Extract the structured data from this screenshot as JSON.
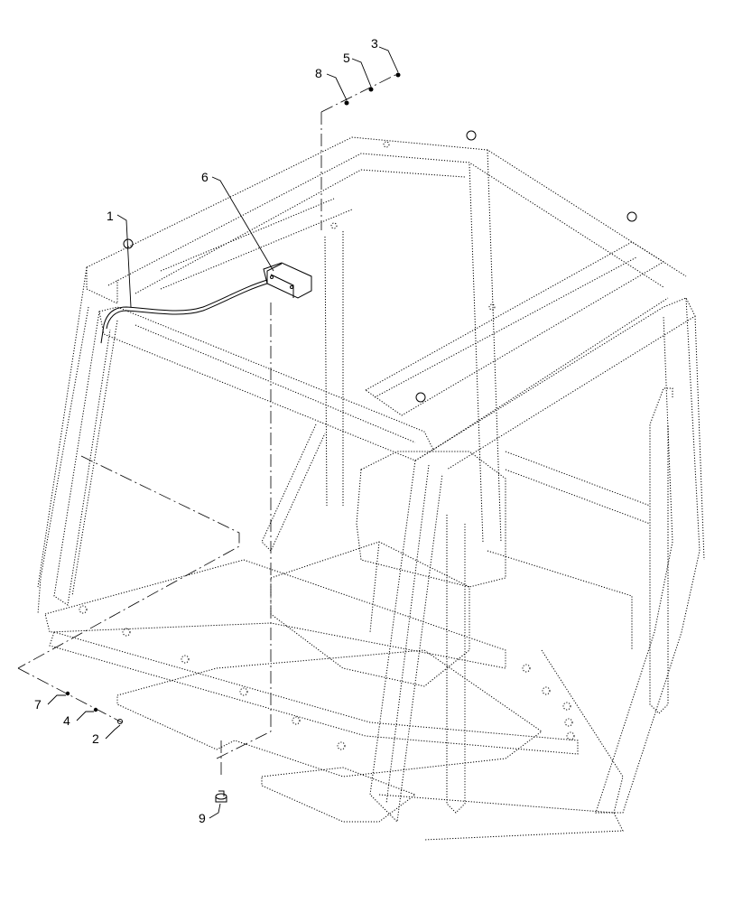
{
  "figure": {
    "subject": "cab frame / ROPS exploded parts view",
    "callouts": [
      {
        "id": "callout-1",
        "label": "1"
      },
      {
        "id": "callout-2",
        "label": "2"
      },
      {
        "id": "callout-3",
        "label": "3"
      },
      {
        "id": "callout-4",
        "label": "4"
      },
      {
        "id": "callout-5",
        "label": "5"
      },
      {
        "id": "callout-6",
        "label": "6"
      },
      {
        "id": "callout-7",
        "label": "7"
      },
      {
        "id": "callout-8",
        "label": "8"
      },
      {
        "id": "callout-9",
        "label": "9"
      }
    ]
  }
}
